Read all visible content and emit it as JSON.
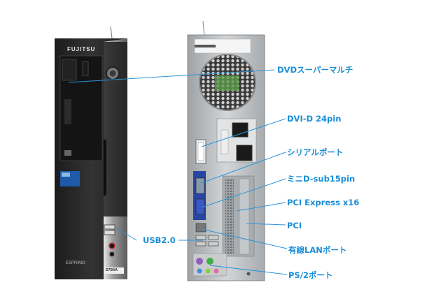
{
  "labels": {
    "dvd": "DVDスーパーマルチ",
    "dvi": "DVI-D 24pin",
    "serial": "シリアルポート",
    "dsub": "ミニD-sub15pin",
    "pcie": "PCI Express x16",
    "pci": "PCI",
    "usb": "USB2.0",
    "lan": "有線LANポート",
    "ps2": "PS/2ポート"
  },
  "front": {
    "brand": "FUJITSU",
    "model": "ESPRIMO",
    "badge": "D750/A"
  },
  "colors": {
    "accent": "#1a8ed8",
    "case_front": "#2b2b2b",
    "case_rear": "#bfc3c6"
  }
}
